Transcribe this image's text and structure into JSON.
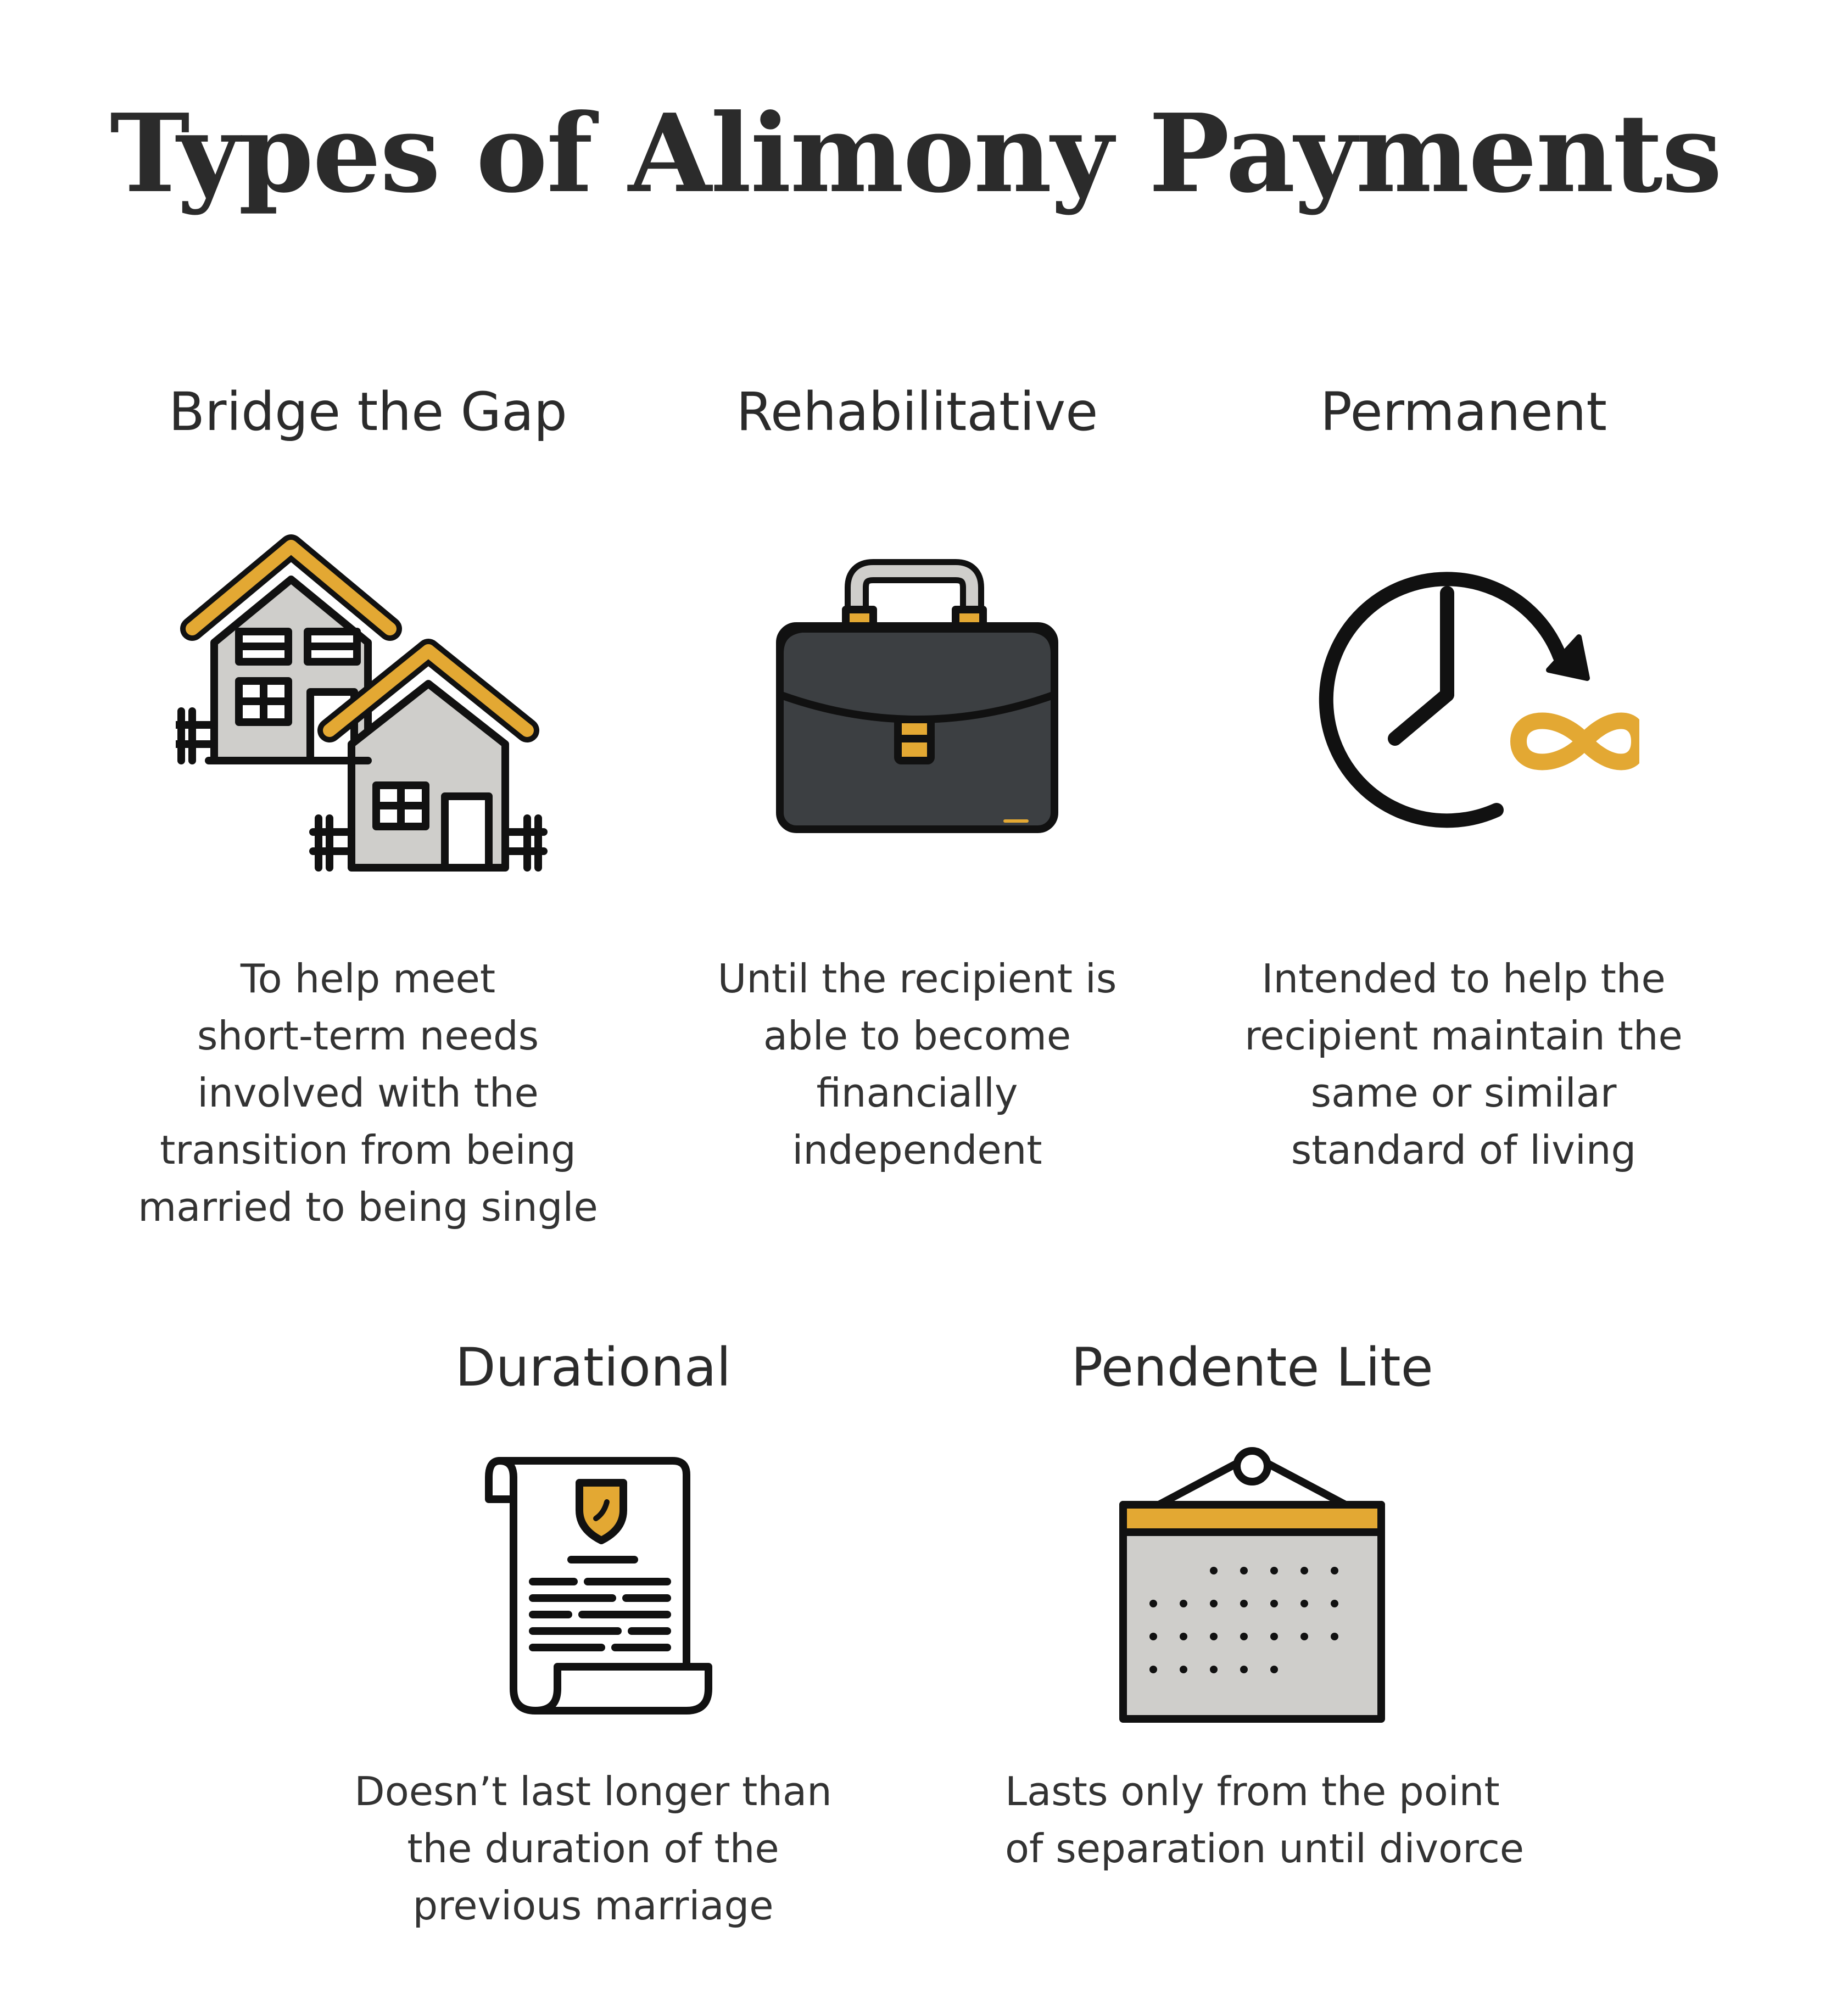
{
  "title": "Types of Alimony Payments",
  "colors": {
    "text": "#2b2b2b",
    "accent": "#e3a833",
    "icon_fill": "#cfcecb",
    "briefcase": "#3c3f42",
    "outline": "#111111"
  },
  "items": [
    {
      "title": "Bridge the Gap",
      "icon": "houses-icon",
      "description": [
        "To help meet",
        "short-term needs",
        "involved with the",
        "transition from being",
        "married to being single"
      ]
    },
    {
      "title": "Rehabilitative",
      "icon": "briefcase-icon",
      "description": [
        "Until the recipient is",
        "able to become",
        "financially",
        "independent"
      ]
    },
    {
      "title": "Permanent",
      "icon": "clock-infinity-icon",
      "description": [
        "Intended to help the",
        "recipient maintain the",
        "same or similar",
        "standard of living"
      ]
    },
    {
      "title": "Durational",
      "icon": "certificate-scroll-icon",
      "description": [
        "Doesn’t last longer than",
        "the duration of the",
        "previous marriage"
      ]
    },
    {
      "title": "Pendente Lite",
      "icon": "calendar-icon",
      "description": [
        "Lasts only from the point",
        "of separation until divorce"
      ]
    }
  ]
}
